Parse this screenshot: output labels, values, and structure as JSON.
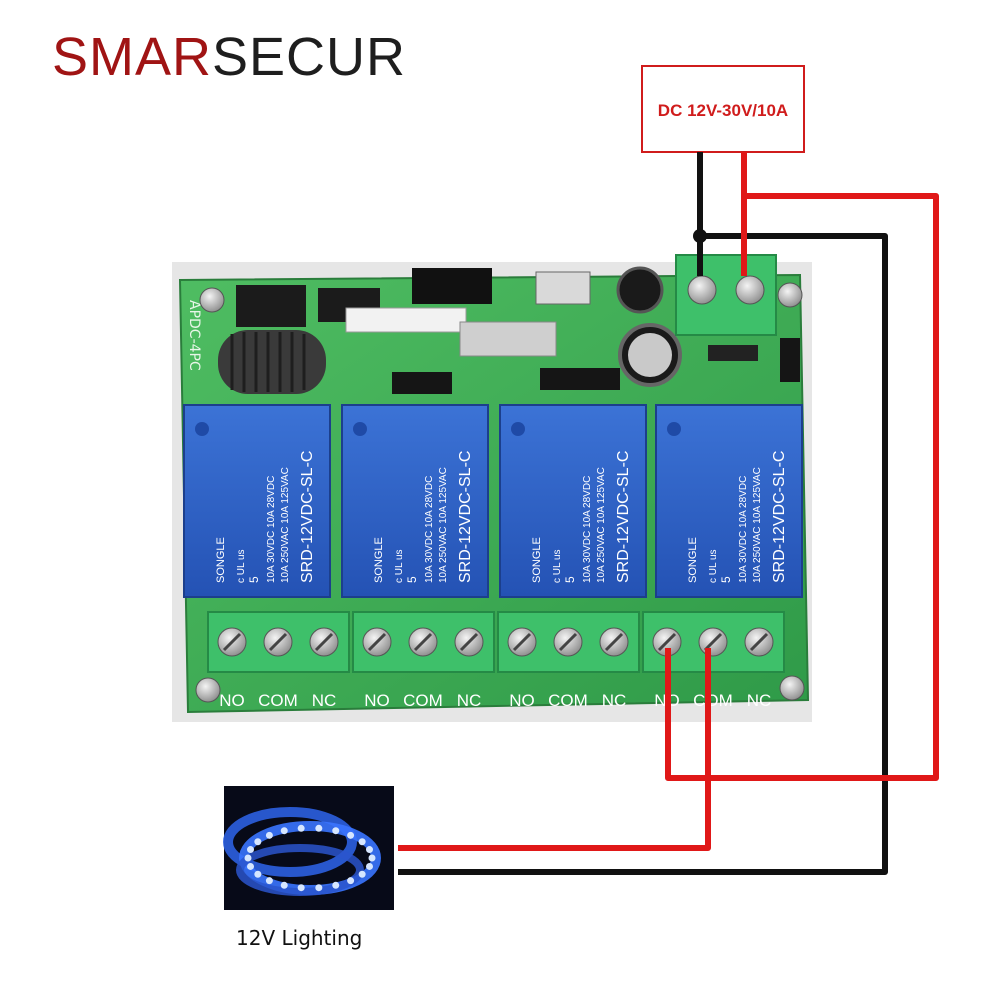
{
  "brand": {
    "part1": "SMAR",
    "part2": "SECUR",
    "color_part1": "#a01414",
    "color_part2": "#1e1e1e"
  },
  "power_supply": {
    "label": "DC 12V-30V/10A",
    "border_color": "#d01c1c",
    "text_color": "#d01c1c"
  },
  "board": {
    "side_label": "APDC-4PC",
    "relays": [
      {
        "brand": "SONGLE",
        "model": "SRD-12VDC-SL-C",
        "rating1": "10A 250VAC",
        "rating2": "10A 30VDC",
        "rating3": "10A 125VAC",
        "rating4": "10A 28VDC",
        "top": "5",
        "marks": "c UL us"
      },
      {
        "brand": "SONGLE",
        "model": "SRD-12VDC-SL-C",
        "rating1": "10A 250VAC",
        "rating2": "10A 30VDC",
        "rating3": "10A 125VAC",
        "rating4": "10A 28VDC",
        "top": "5",
        "marks": "c UL us"
      },
      {
        "brand": "SONGLE",
        "model": "SRD-12VDC-SL-C",
        "rating1": "10A 250VAC",
        "rating2": "10A 30VDC",
        "rating3": "10A 125VAC",
        "rating4": "10A 28VDC",
        "top": "5",
        "marks": "c UL us"
      },
      {
        "brand": "SONGLE",
        "model": "SRD-12VDC-SL-C",
        "rating1": "10A 250VAC",
        "rating2": "10A 30VDC",
        "rating3": "10A 125VAC",
        "rating4": "10A 28VDC",
        "top": "5",
        "marks": "c UL us"
      }
    ],
    "terminal_labels": [
      "NO",
      "COM",
      "NC",
      "NO",
      "COM",
      "NC",
      "NO",
      "COM",
      "NC",
      "NO",
      "COM",
      "NC"
    ]
  },
  "lighting": {
    "caption": "12V Lighting"
  },
  "colors": {
    "wire_red": "#e01818",
    "wire_black": "#111111",
    "pcb": "#58c46a",
    "relay": "#2f63c8",
    "terminal": "#3ec06a"
  },
  "icons": [
    "screw-icon",
    "antenna-coil-icon",
    "capacitor-icon",
    "led-strip-icon"
  ]
}
